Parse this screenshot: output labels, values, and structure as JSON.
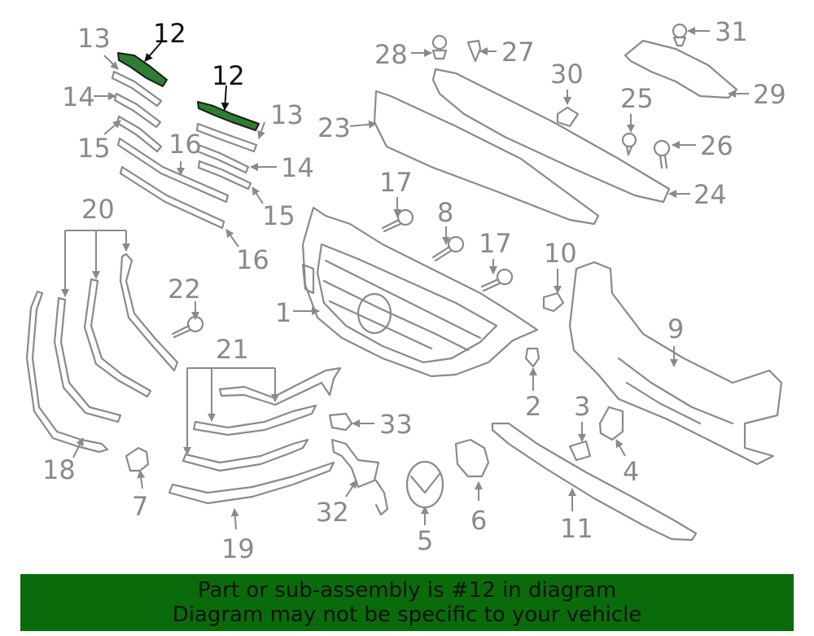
{
  "callouts": {
    "c1": "1",
    "c2": "2",
    "c3": "3",
    "c4": "4",
    "c5": "5",
    "c6": "6",
    "c7": "7",
    "c8": "8",
    "c9": "9",
    "c10": "10",
    "c11": "11",
    "c12a": "12",
    "c12b": "12",
    "c13a": "13",
    "c13b": "13",
    "c14a": "14",
    "c14b": "14",
    "c15a": "15",
    "c15b": "15",
    "c16a": "16",
    "c16b": "16",
    "c17a": "17",
    "c17b": "17",
    "c18": "18",
    "c19": "19",
    "c20": "20",
    "c21": "21",
    "c22": "22",
    "c23": "23",
    "c24": "24",
    "c25": "25",
    "c26": "26",
    "c27": "27",
    "c28": "28",
    "c29": "29",
    "c30": "30",
    "c31": "31",
    "c32": "32",
    "c33": "33"
  },
  "highlight_color": "#2e7d32",
  "banner": {
    "line1": "Part or sub-assembly is #12 in diagram",
    "line2": "Diagram may not be specific to your vehicle",
    "background": "#0a6b0a"
  }
}
